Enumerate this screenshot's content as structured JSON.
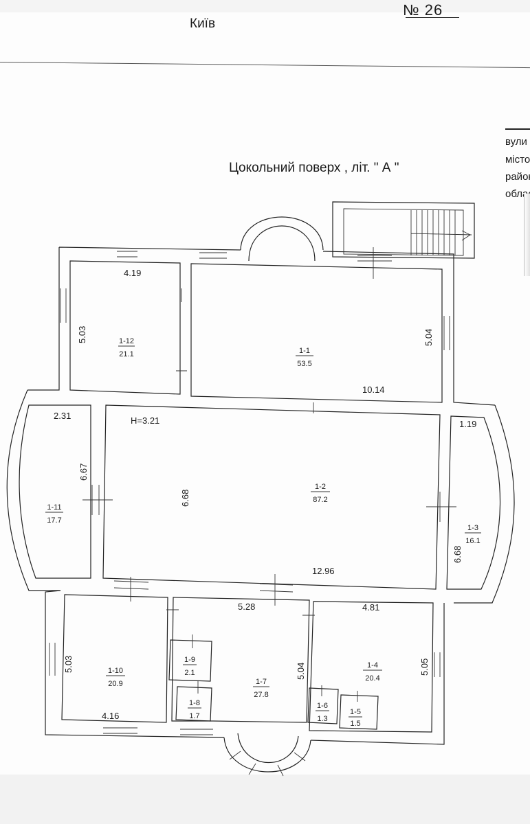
{
  "header": {
    "city": "Київ",
    "number": "№ 26"
  },
  "side_text": [
    "вули",
    "місто",
    "район",
    "облас"
  ],
  "title": "Цокольний поверх , літ. \" А \"",
  "rooms": [
    {
      "id": "1-12",
      "area": "21.1"
    },
    {
      "id": "1-1",
      "area": "53.5"
    },
    {
      "id": "1-2",
      "area": "87.2"
    },
    {
      "id": "1-11",
      "area": "17.7"
    },
    {
      "id": "1-3",
      "area": "16.1"
    },
    {
      "id": "1-10",
      "area": "20.9"
    },
    {
      "id": "1-9",
      "area": "2.1"
    },
    {
      "id": "1-8",
      "area": "1.7"
    },
    {
      "id": "1-7",
      "area": "27.8"
    },
    {
      "id": "1-4",
      "area": "20.4"
    },
    {
      "id": "1-6",
      "area": "1.3"
    },
    {
      "id": "1-5",
      "area": "1.5"
    }
  ],
  "dimensions": [
    "4.19",
    "5.03",
    "5.04",
    "10.14",
    "2.31",
    "H=3.21",
    "1.19",
    "6.67",
    "6.68",
    "6.68",
    "12.96",
    "5.28",
    "4.81",
    "5.03",
    "5.04",
    "5.05",
    "4.16"
  ]
}
